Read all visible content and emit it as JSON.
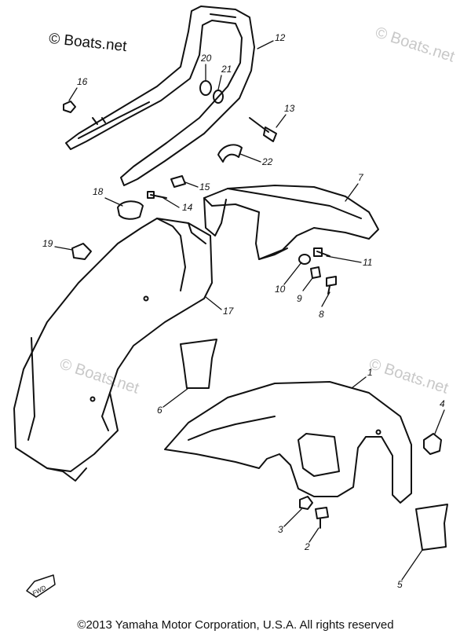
{
  "watermarks": {
    "main": "© Boats.net",
    "top_right": "© Boats.net",
    "middle": "© Boats.net",
    "right": "© Boats.net"
  },
  "parts": [
    {
      "id": "p1",
      "label": "1"
    },
    {
      "id": "p2",
      "label": "2"
    },
    {
      "id": "p3",
      "label": "3"
    },
    {
      "id": "p4",
      "label": "4"
    },
    {
      "id": "p5",
      "label": "5"
    },
    {
      "id": "p6",
      "label": "6"
    },
    {
      "id": "p7",
      "label": "7"
    },
    {
      "id": "p8",
      "label": "8"
    },
    {
      "id": "p9",
      "label": "9"
    },
    {
      "id": "p10",
      "label": "10"
    },
    {
      "id": "p11",
      "label": "11"
    },
    {
      "id": "p12",
      "label": "12"
    },
    {
      "id": "p13",
      "label": "13"
    },
    {
      "id": "p14",
      "label": "14"
    },
    {
      "id": "p15",
      "label": "15"
    },
    {
      "id": "p16",
      "label": "16"
    },
    {
      "id": "p17",
      "label": "17"
    },
    {
      "id": "p18",
      "label": "18"
    },
    {
      "id": "p19",
      "label": "19"
    },
    {
      "id": "p20",
      "label": "20"
    },
    {
      "id": "p21",
      "label": "21"
    },
    {
      "id": "p22",
      "label": "22"
    }
  ],
  "fwd_label": "FWD",
  "copyright": "©2013 Yamaha Motor Corporation, U.S.A. All rights reserved"
}
